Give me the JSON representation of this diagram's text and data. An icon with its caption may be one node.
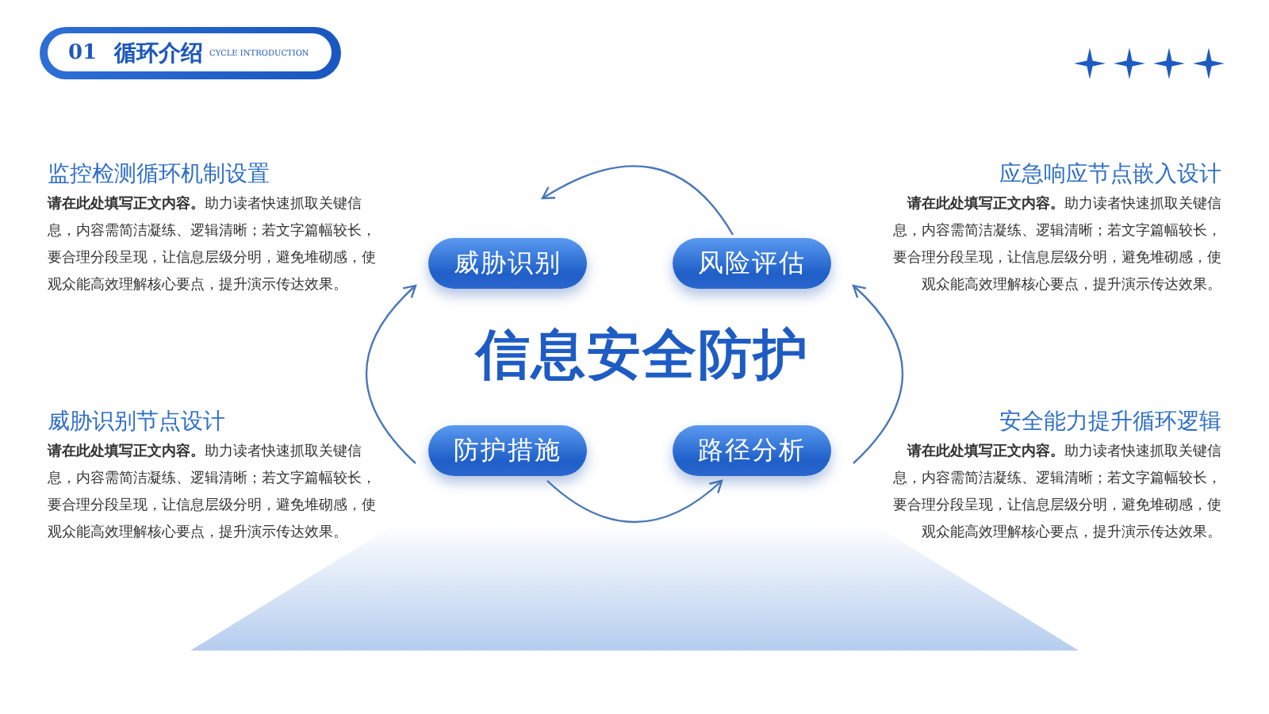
{
  "diagram": {
    "nodes": [
      {
        "text": [
          "01",
          "循环介绍",
          "CYCLE INTRODUCTION"
        ]
      },
      {
        "text": [
          "威胁识别"
        ]
      },
      {
        "text": [
          "风险评估"
        ]
      },
      {
        "text": [
          "防护措施"
        ]
      },
      {
        "text": [
          "路径分析"
        ]
      }
    ],
    "edges": [
      {
        "from": 2,
        "to": 1,
        "arrow": "to"
      },
      {
        "from": 3,
        "to": 1,
        "arrow": "to"
      },
      {
        "from": 3,
        "to": 4,
        "arrow": "to"
      },
      {
        "from": 4,
        "to": 2,
        "arrow": "to"
      }
    ],
    "labels": [
      "监控检测循环机制设置",
      "**请在此处填写正文内容。**助力读者快速抓取关键信息，内容需简洁凝练、逻辑清晰；若文字篇幅较长，要合理分段呈现，让信息层级分明，避免堆砌感，使观众能高效理解核心要点，提升演示传达效果。",
      "应急响应节点嵌入设计",
      "**请在此处填写正文内容。**助力读者快速抓取关键信息，内容需简洁凝练、逻辑清晰；若文字篇幅较长，要合理分段呈现，让信息层级分明，避免堆砌感，使观众能高效理解核心要点，提升演示传达效果。",
      "信息安全防护",
      "威胁识别节点设计",
      "**请在此处填写正文内容。**助力读者快速抓取关键信息，内容需简洁凝练、逻辑清晰；若文字篇幅较长，要合理分段呈现，让信息层级分明，避免堆砌感，使观众能高效理解核心要点，提升演示传达效果。",
      "安全能力提升循环逻辑",
      "**请在此处填写正文内容。**助力读者快速抓取关键信息，内容需简洁凝练、逻辑清晰；若文字篇幅较长，要合理分段呈现，让信息层级分明，避免堆砌感，使观众能高效理解核心要点，提升演示传达效果。"
    ]
  }
}
